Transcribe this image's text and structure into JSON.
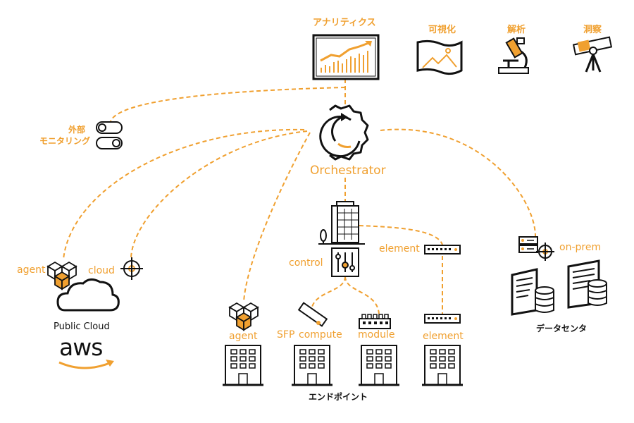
{
  "colors": {
    "accent": "#f0a030",
    "ink": "#111111",
    "background": "#ffffff"
  },
  "analytics": {
    "title": "アナリティクス"
  },
  "insights": {
    "visualize": "可視化",
    "analyze": "解析",
    "observe": "洞察"
  },
  "external_monitoring": {
    "line1": "外部",
    "line2": "モニタリング"
  },
  "orchestrator": {
    "label": "Orchestrator"
  },
  "public_cloud": {
    "agent_label": "agent",
    "cloud_label": "cloud",
    "title": "Public Cloud",
    "logo_text": "aws"
  },
  "control_node": {
    "control_label": "control",
    "element_label": "element"
  },
  "endpoints": {
    "agent_label": "agent",
    "sfp_label": "SFP",
    "compute_label": "compute",
    "module_label": "module",
    "element_label": "element",
    "caption": "エンドポイント"
  },
  "datacenter": {
    "onprem_label": "on-prem",
    "caption": "データセンタ"
  },
  "icons": [
    "line-chart-icon",
    "map-icon",
    "microscope-icon",
    "telescope-icon",
    "toggle-switch-icon",
    "gear-refresh-icon",
    "cubes-icon",
    "crosshair-icon",
    "cloud-icon",
    "office-building-icon",
    "control-panel-icon",
    "network-switch-icon",
    "sfp-transceiver-icon",
    "module-icon",
    "server-rack-icon",
    "document-database-icon",
    "building-icon"
  ]
}
